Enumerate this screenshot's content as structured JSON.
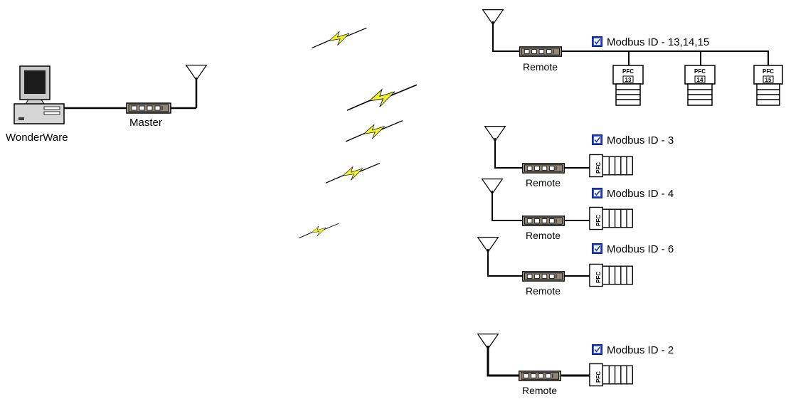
{
  "master_station": {
    "computer_label": "WonderWare",
    "radio_label": "Master"
  },
  "bolt_color": "#f2f22a",
  "checkbox_color": "#1a3cc8",
  "remotes": [
    {
      "radio_label": "Remote",
      "modbus_label": "Modbus ID - 13,14,15",
      "plcs": [
        {
          "label": "PFC",
          "id": "13"
        },
        {
          "label": "PFC",
          "id": "14"
        },
        {
          "label": "PFC",
          "id": "15"
        }
      ]
    },
    {
      "radio_label": "Remote",
      "modbus_label": "Modbus ID - 3",
      "plcs": [
        {
          "label": "PFC"
        }
      ]
    },
    {
      "radio_label": "Remote",
      "modbus_label": "Modbus ID - 4",
      "plcs": [
        {
          "label": "PFC"
        }
      ]
    },
    {
      "radio_label": "Remote",
      "modbus_label": "Modbus ID - 6",
      "plcs": [
        {
          "label": "PFC"
        }
      ]
    },
    {
      "radio_label": "Remote",
      "modbus_label": "Modbus ID - 2",
      "plcs": [
        {
          "label": "PFC"
        }
      ]
    }
  ]
}
